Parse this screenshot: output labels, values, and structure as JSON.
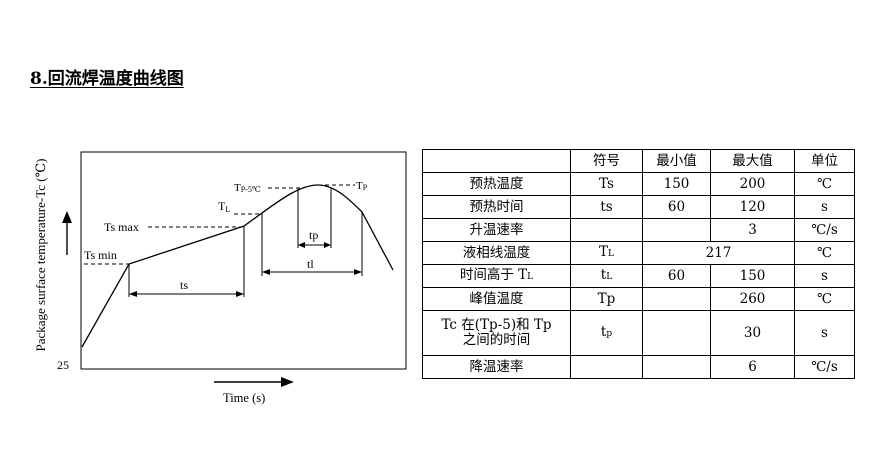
{
  "section_title": "8.回流焊温度曲线图",
  "chart": {
    "y_axis_label": "Package surface temperature-Tc (℃)",
    "y_axis_value": "25",
    "x_axis_label": "Time  (s)",
    "labels": {
      "ts_min": "Ts min",
      "ts_max": "Ts max",
      "tl_main": "T",
      "tl_sub": "L",
      "tp5_main": "T",
      "tp5_sub": "P-5℃",
      "tp_main": "T",
      "tp_sub": "P",
      "ts": "ts",
      "tp": "tp",
      "tl": "tl"
    }
  },
  "table": {
    "headers": [
      "",
      "符号",
      "最小值",
      "最大值",
      "单位"
    ],
    "rows": [
      {
        "param": "预热温度",
        "symbol": "Ts",
        "min": "150",
        "max": "200",
        "unit": "℃"
      },
      {
        "param": "预热时间",
        "symbol": "ts",
        "min": "60",
        "max": "120",
        "unit": "s"
      },
      {
        "param": "升温速率",
        "symbol": "",
        "min": "",
        "max": "3",
        "unit": "℃/s"
      },
      {
        "param": "液相线温度",
        "symbol_main": "T",
        "symbol_sub": "L",
        "value": "217",
        "unit": "℃"
      },
      {
        "param_main": "时间高于 T",
        "param_sub": "L",
        "symbol_main": "t",
        "symbol_sub": "L",
        "min": "60",
        "max": "150",
        "unit": "s"
      },
      {
        "param": "峰值温度",
        "symbol": "Tp",
        "min": "",
        "max": "260",
        "unit": "℃"
      },
      {
        "param_line1": "Tc 在(Tp-5)和 Tp",
        "param_line2": "之间的时间",
        "symbol_main": "t",
        "symbol_sub": "p",
        "min": "",
        "max": "30",
        "unit": "s"
      },
      {
        "param": "降温速率",
        "symbol": "",
        "min": "",
        "max": "6",
        "unit": "℃/s"
      }
    ]
  }
}
